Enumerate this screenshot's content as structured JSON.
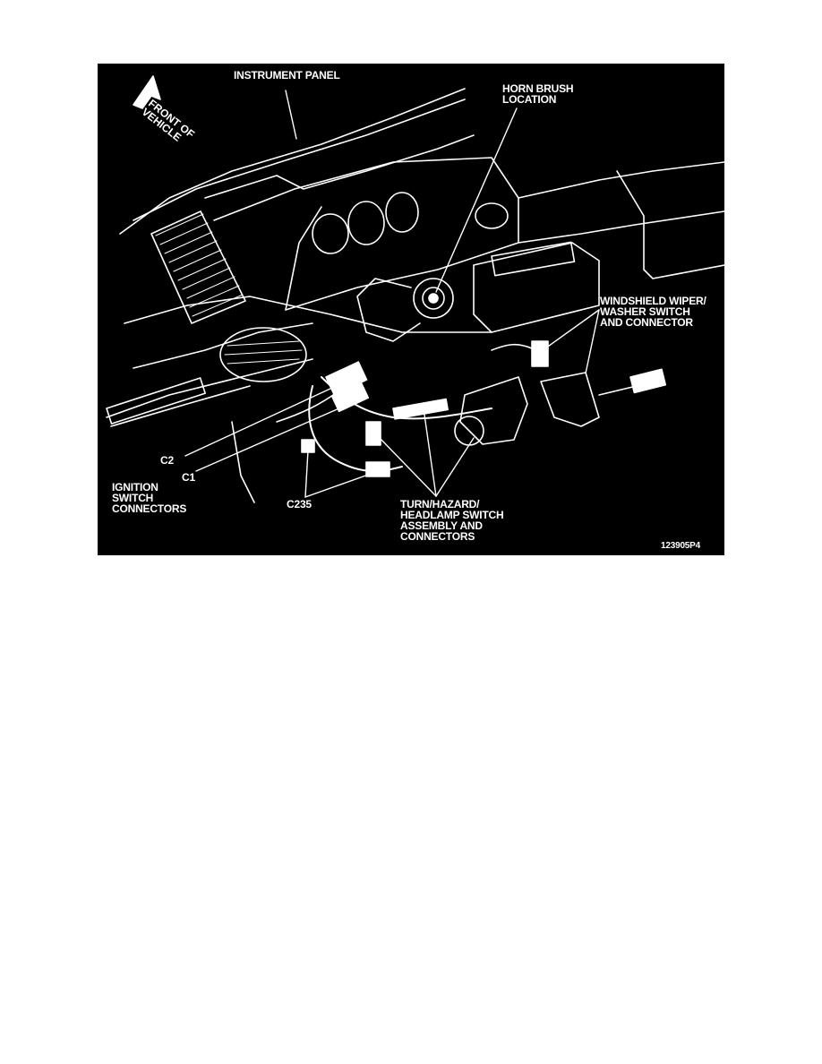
{
  "figure_id": "123905P4",
  "labels": {
    "instrument_panel": "INSTRUMENT PANEL",
    "front_of_vehicle": [
      "FRONT OF",
      "VEHICLE"
    ],
    "horn_brush": [
      "HORN BRUSH",
      "LOCATION"
    ],
    "wiper_switch": [
      "WINDSHIELD WIPER/",
      "WASHER SWITCH",
      "AND CONNECTOR"
    ],
    "c2": "C2",
    "c1": "C1",
    "ignition": [
      "IGNITION",
      "SWITCH",
      "CONNECTORS"
    ],
    "c235": "C235",
    "turn_hazard": [
      "TURN/HAZARD/",
      "HEADLAMP SWITCH",
      "ASSEMBLY AND",
      "CONNECTORS"
    ]
  },
  "colors": {
    "background": "#000000",
    "linework": "#ffffff",
    "page": "#ffffff"
  }
}
